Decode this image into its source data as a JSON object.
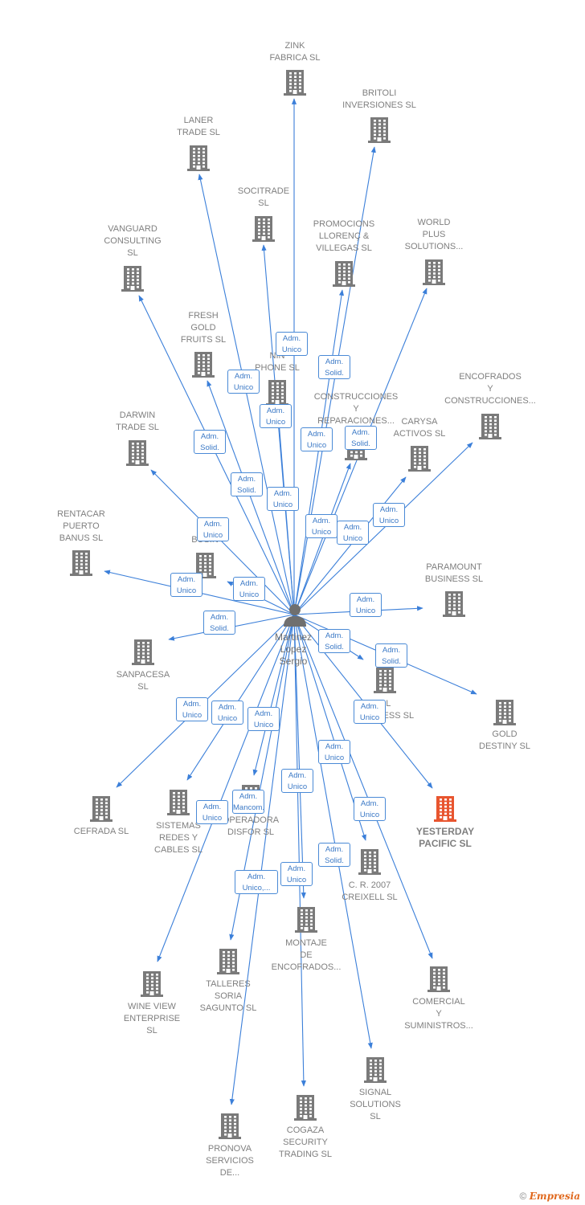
{
  "center": {
    "name": "Martinez\nLopez\nSergio"
  },
  "colors": {
    "edge": "#3b7fd9",
    "building": "#7a7a7a",
    "highlight": "#e8552f"
  },
  "footer": {
    "copyright": "©",
    "brand": "Empresia"
  },
  "companies": [
    {
      "name": "ZINK\nFABRICA SL",
      "role": "Adm.\nUnico"
    },
    {
      "name": "BRITOLI\nINVERSIONES SL",
      "role": "Adm.\nSolid."
    },
    {
      "name": "LANER\nTRADE  SL",
      "role": "Adm.\nUnico"
    },
    {
      "name": "SOCITRADE\nSL",
      "role": "Adm.\nUnico"
    },
    {
      "name": "PROMOCIONS\nLLORENÇ &\nVILLEGAS SL",
      "role": "Adm.\nUnico"
    },
    {
      "name": "WORLD\nPLUS\nSOLUTIONS...",
      "role": "Adm.\nSolid."
    },
    {
      "name": "VANGUARD\nCONSULTING\nSL",
      "role": "Adm.\nSolid."
    },
    {
      "name": "FRESH\nGOLD\nFRUITS  SL",
      "role": "Adm.\nSolid."
    },
    {
      "name": "NIN\nPHONE  SL",
      "role": "Adm.\nUnico"
    },
    {
      "name": "ENCOFRADOS\nY\nCONSTRUCCIONES...",
      "role": "Adm.\nUnico"
    },
    {
      "name": "CONSTRUCCIONES\nY\nREPARACIONES...",
      "role": "Adm.\nUnico"
    },
    {
      "name": "DARWIN\nTRADE  SL",
      "role": "Adm.\nUnico"
    },
    {
      "name": "CARYSA\nACTIVOS  SL",
      "role": "Adm.\nUnico"
    },
    {
      "name": "RENTACAR\nPUERTO\nBANUS SL",
      "role": "Adm.\nUnico"
    },
    {
      "name": "LO\nBUSIN",
      "role": "Adm.\nUnico"
    },
    {
      "name": "PARAMOUNT\nBUSINESS SL",
      "role": "Adm.\nUnico"
    },
    {
      "name": "SANPACESA\nSL",
      "role": "Adm.\nSolid."
    },
    {
      "name": "GOLD\nDESTINY  SL",
      "role": "Adm.\nSolid."
    },
    {
      "name": "OL\nBUSINESS  SL",
      "role": "Adm.\nSolid."
    },
    {
      "name": "CEFRADA SL",
      "role": "Adm.\nUnico"
    },
    {
      "name": "SISTEMAS\nREDES Y\nCABLES  SL",
      "role": "Adm.\nUnico"
    },
    {
      "name": "OPERADORA\nDISFOR  SL",
      "role": "Adm.\nUnico"
    },
    {
      "name": "YESTERDAY\nPACIFIC  SL",
      "role": "Adm.\nUnico"
    },
    {
      "name": "C. R. 2007\nCREIXELL SL",
      "role": "Adm.\nUnico"
    },
    {
      "name": "MONTAJE\nDE\nENCOFRADOS...",
      "role": "Adm.\nUnico"
    },
    {
      "name": "TALLERES\nSORIA\nSAGUNTO  SL",
      "role": "Adm.\nMancom."
    },
    {
      "name": "WINE VIEW\nENTERPRISE\nSL",
      "role": "Adm.\nUnico"
    },
    {
      "name": "COMERCIAL\nY\nSUMINISTROS...",
      "role": "Adm.\nUnico"
    },
    {
      "name": "SIGNAL\nSOLUTIONS\nSL",
      "role": "Adm.\nSolid."
    },
    {
      "name": "COGAZA\nSECURITY\nTRADING SL",
      "role": "Adm.\nUnico"
    },
    {
      "name": "PRONOVA\nSERVICIOS\nDE...",
      "role": "Adm.\nUnico,..."
    }
  ]
}
